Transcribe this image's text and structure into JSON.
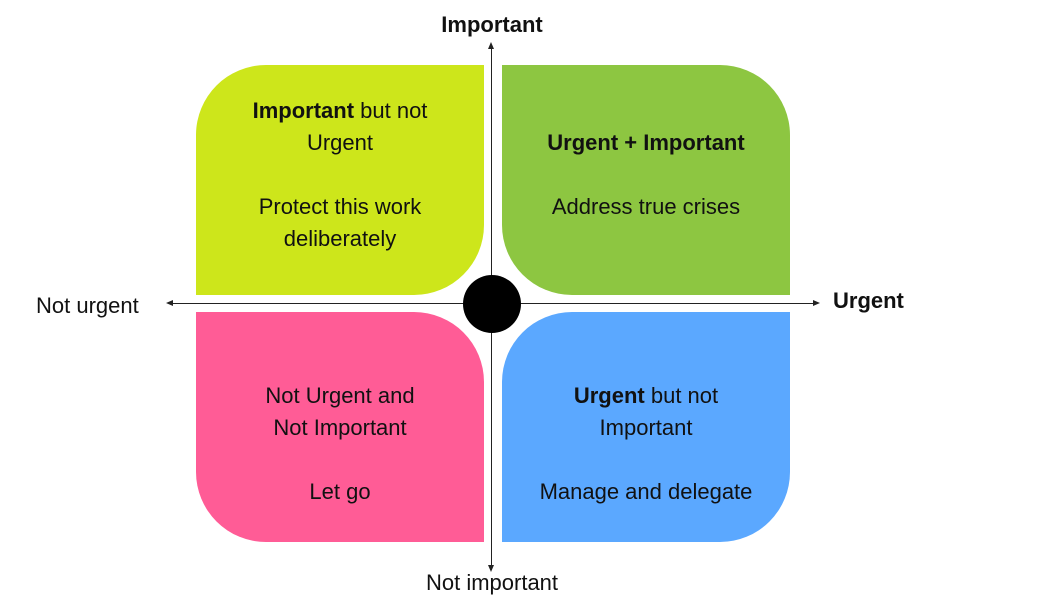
{
  "axes": {
    "top": "Important",
    "bottom": "Not important",
    "left": "Not urgent",
    "right": "Urgent"
  },
  "quadrants": {
    "top_left": {
      "title_bold": "Important",
      "title_rest_1": " but not",
      "title_line2": "Urgent",
      "description": "Protect this work deliberately",
      "color": "#cde61b"
    },
    "top_right": {
      "title_bold": "Urgent + Important",
      "description": "Address true crises",
      "color": "#8dc641"
    },
    "bottom_left": {
      "title_line1": "Not Urgent and",
      "title_line2": "Not Important",
      "description": "Let go",
      "color": "#ff5c96"
    },
    "bottom_right": {
      "title_bold": "Urgent",
      "title_rest_1": " but not",
      "title_line2": "Important",
      "description": "Manage and delegate",
      "color": "#5ba8ff"
    }
  }
}
